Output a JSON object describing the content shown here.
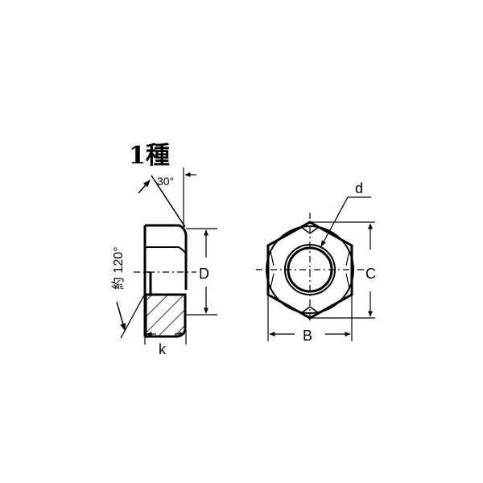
{
  "title": "1種",
  "side_view": {
    "angle_top": "30°",
    "angle_side": "約 120°",
    "dim_height": "D",
    "dim_thickness": "k"
  },
  "front_view": {
    "dim_thread": "d",
    "dim_across_corners": "C",
    "dim_across_flats": "B"
  },
  "colors": {
    "line": "#000000",
    "background": "#ffffff"
  }
}
